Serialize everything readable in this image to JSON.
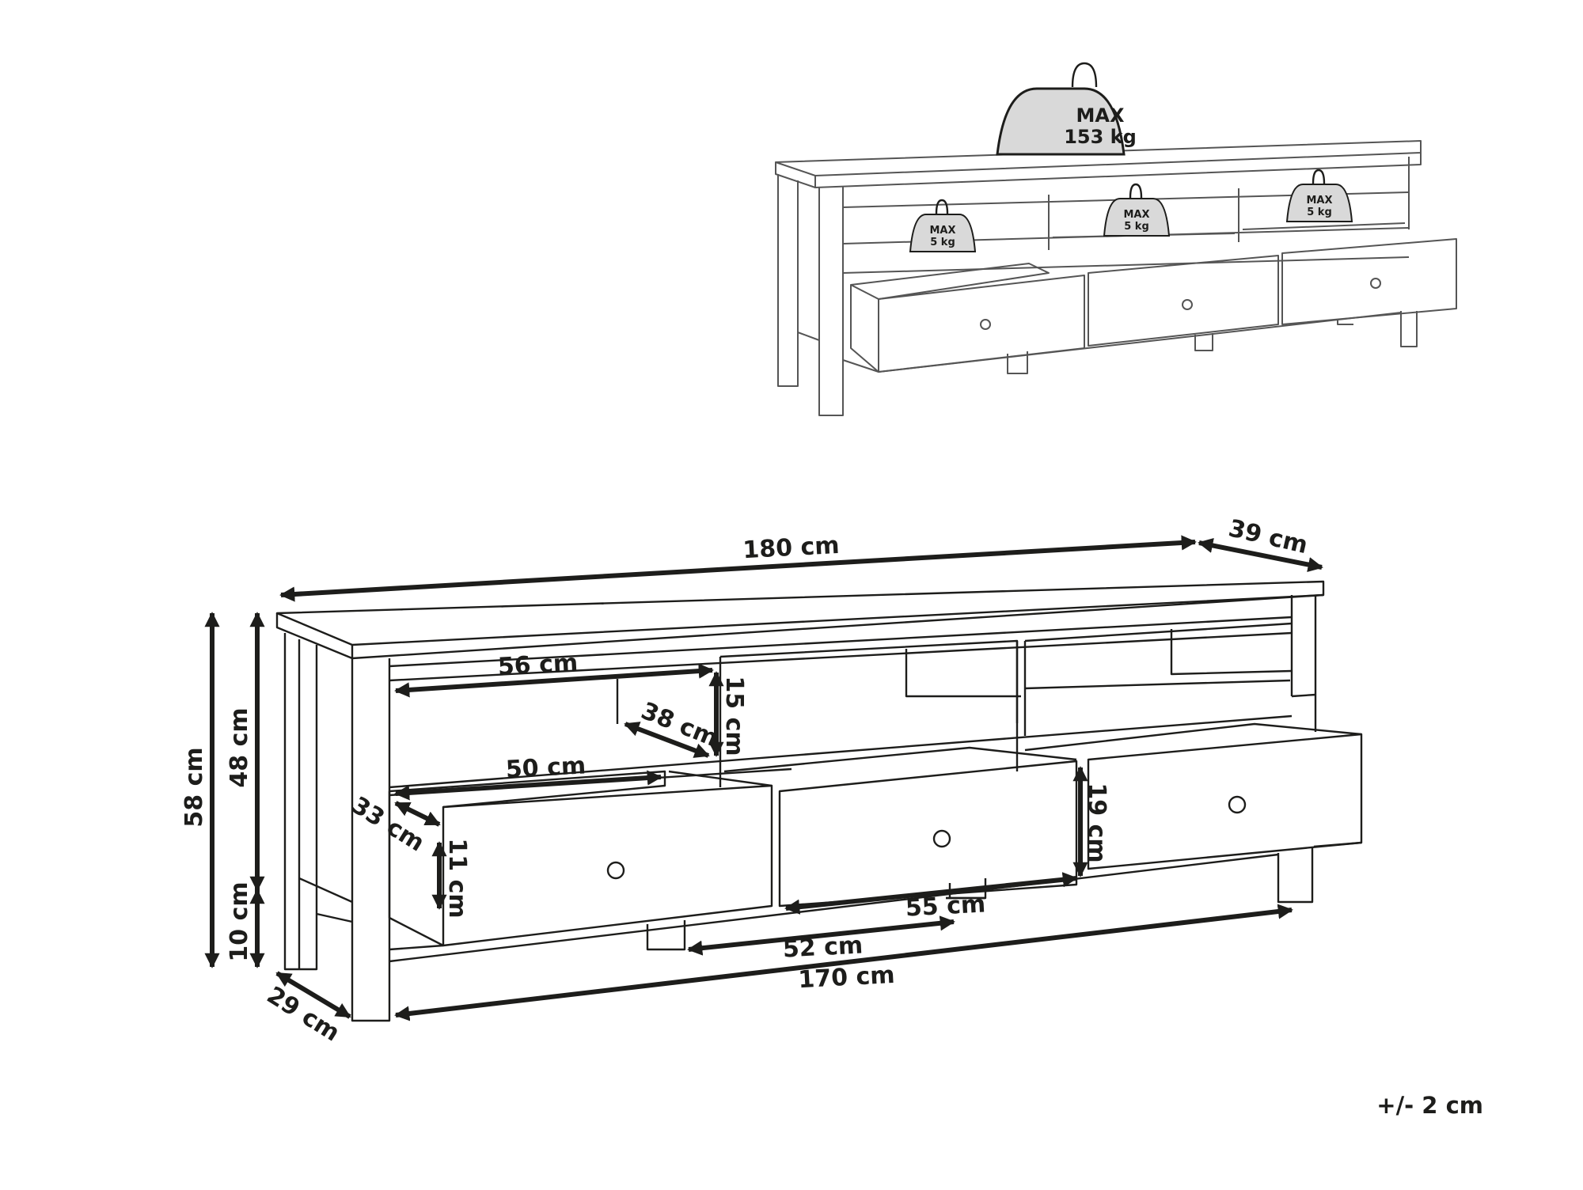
{
  "colors": {
    "ink": "#1d1d1b",
    "line": "#555555",
    "background": "#ffffff"
  },
  "weights": {
    "top_max": "MAX",
    "top_value": "153 kg",
    "shelf1_max": "MAX",
    "shelf1_value": "5 kg",
    "shelf2_max": "MAX",
    "shelf2_value": "5 kg",
    "shelf3_max": "MAX",
    "shelf3_value": "5 kg"
  },
  "dimensions": {
    "total_width": "180 cm",
    "total_depth": "39 cm",
    "total_height": "58 cm",
    "body_height": "48 cm",
    "leg_height": "10 cm",
    "leg_depth": "29 cm",
    "inner_width": "170 cm",
    "shelf_width": "56 cm",
    "shelf_depth": "38 cm",
    "shelf_height": "15 cm",
    "drawer_inner_width": "50 cm",
    "drawer_inner_depth": "33 cm",
    "drawer_inner_height": "11 cm",
    "drawer_front_height": "19 cm",
    "drawer_front_width": "55 cm",
    "leg_span": "52 cm"
  },
  "note": {
    "tolerance": "+/- 2 cm"
  }
}
